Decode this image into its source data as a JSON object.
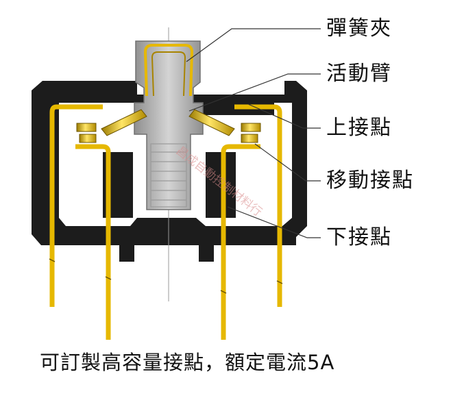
{
  "labels": {
    "spring_clip": "彈簧夾",
    "moving_arm": "活動臂",
    "upper_contact": "上接點",
    "moving_contact": "移動接點",
    "lower_contact": "下接點"
  },
  "watermark": "昌成自動控制材料行",
  "caption": "可訂製高容量接點，額定電流5A",
  "colors": {
    "housing": "#1c1c1c",
    "plunger": "#b9b9b9",
    "gold": "#e6b800",
    "gold_dark": "#a88400",
    "leader": "#333333",
    "watermark": "#d88a8a"
  }
}
